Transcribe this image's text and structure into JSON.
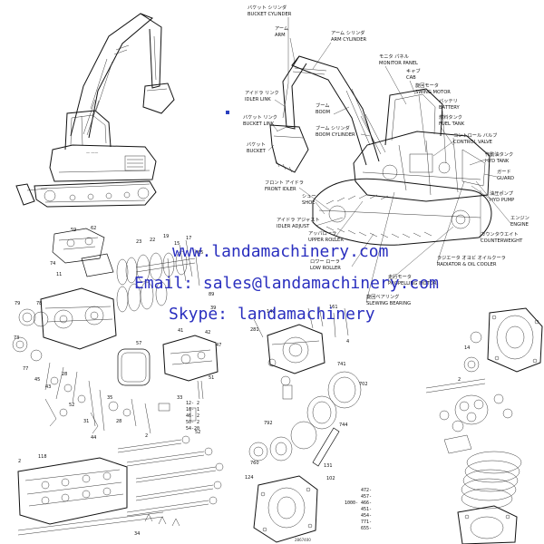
{
  "labels": [
    {
      "jp": "バケット シリンダ",
      "en": "BUCKET CYLINDER"
    },
    {
      "jp": "アーム",
      "en": "ARM"
    },
    {
      "jp": "アーム シリンダ",
      "en": "ARM CYLINDER"
    },
    {
      "jp": "モニタ パネル",
      "en": "MONITOR PANEL"
    },
    {
      "jp": "キャブ",
      "en": "CAB"
    },
    {
      "jp": "旋回モータ",
      "en": "SWING MOTOR"
    },
    {
      "jp": "アイドラ リンク",
      "en": "IDLER LINK"
    },
    {
      "jp": "バッテリ",
      "en": "BATTERY"
    },
    {
      "jp": "バケット リンク",
      "en": "BUCKET LINK"
    },
    {
      "jp": "ブーム",
      "en": "BOOM"
    },
    {
      "jp": "燃料タンク",
      "en": "FUEL TANK"
    },
    {
      "jp": "ブーム シリンダ",
      "en": "BOOM CYLINDER"
    },
    {
      "jp": "コントロール バルブ",
      "en": "CONTROL VALVE"
    },
    {
      "jp": "バケット",
      "en": "BUCKET"
    },
    {
      "jp": "作動油タンク",
      "en": "HYD TANK"
    },
    {
      "jp": "ガード",
      "en": "GUARD"
    },
    {
      "jp": "フロント アイドラ",
      "en": "FRONT IDLER"
    },
    {
      "jp": "油圧ポンプ",
      "en": "HYD PUMP"
    },
    {
      "jp": "シュー",
      "en": "SHOE"
    },
    {
      "jp": "エンジン",
      "en": "ENGINE"
    },
    {
      "jp": "アイドラ アジャスト",
      "en": "IDLER ADJUST"
    },
    {
      "jp": "カウンタウエイト",
      "en": "COUNTERWEIGHT"
    },
    {
      "jp": "アッパローラ",
      "en": "UPPER ROLLER"
    },
    {
      "jp": "ラジエータ オヨビ オイルクーラ",
      "en": "RADIATOR & OIL COOLER"
    },
    {
      "jp": "ロワー ローラ",
      "en": "LOW ROLLER"
    },
    {
      "jp": "走行モータ",
      "en": "PROPELLING MOTOR"
    },
    {
      "jp": "旋回ベアリング",
      "en": "SLEWING BEARING"
    }
  ],
  "watermark": {
    "website": "www.landamachinery.com",
    "email": "Email: sales@landamachinery.com",
    "skype": "Skype: landamachinery"
  },
  "spec_list": [
    "12- 2",
    "16- 1",
    "46- 2",
    "50- 2",
    "54-20"
  ],
  "spec_list_b": [
    "472-",
    "457-",
    "466-",
    "451-",
    "454-",
    "771-",
    "655-"
  ],
  "spec_prefix": "1000-",
  "drawing_code": "2867400"
}
